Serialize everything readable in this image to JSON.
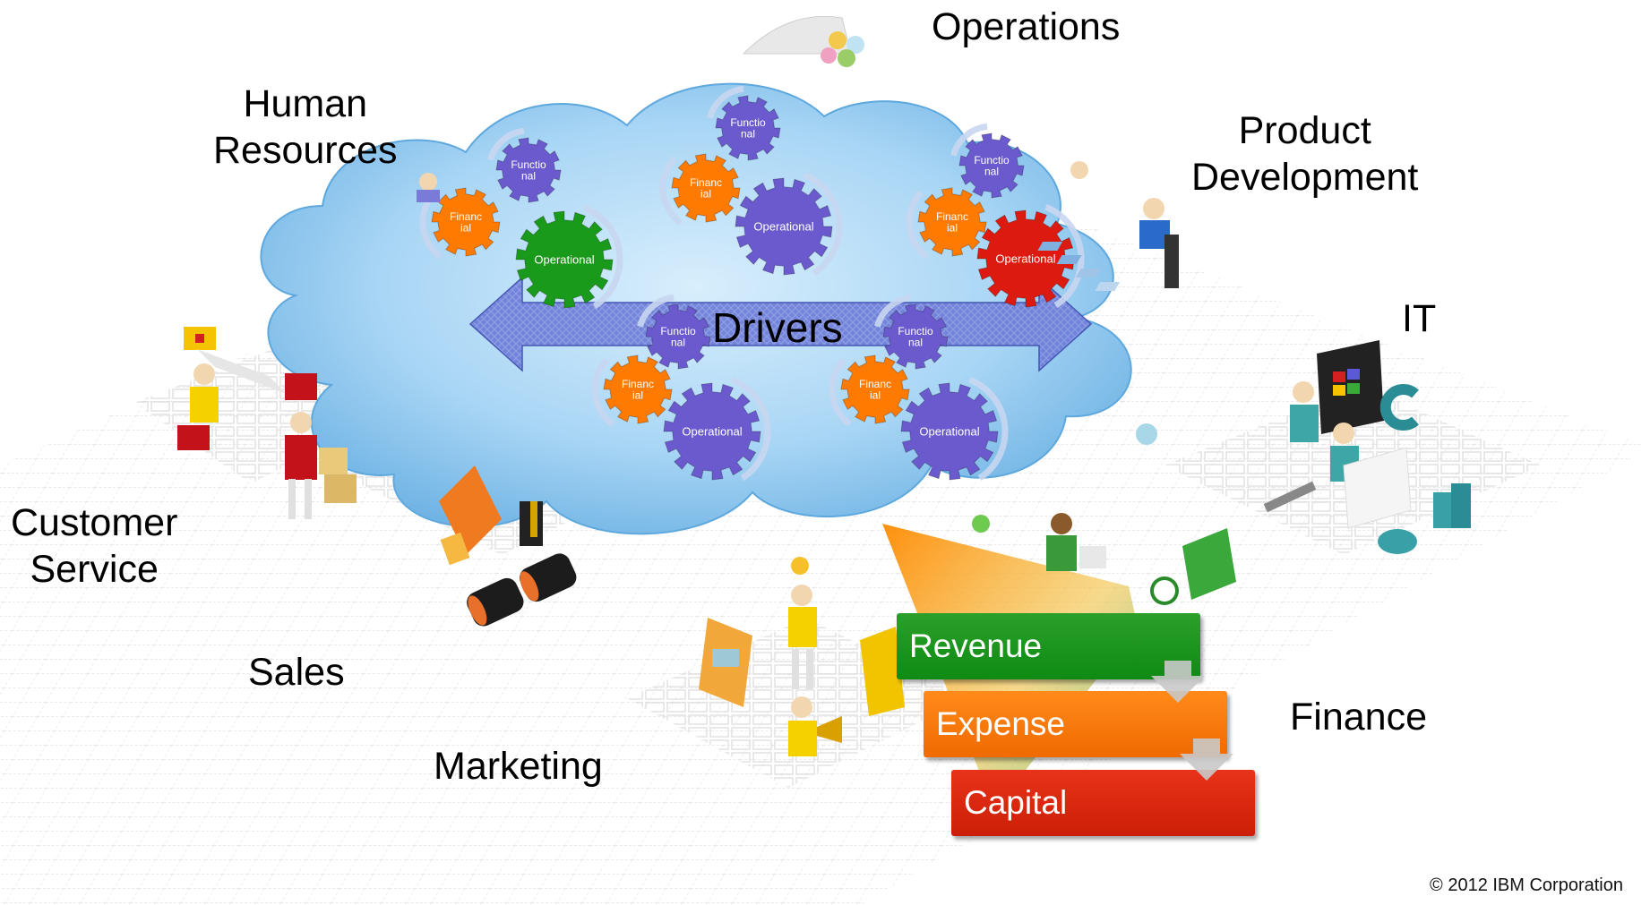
{
  "labels": {
    "operations": "Operations",
    "human_resources": "Human\nResources",
    "product_development": "Product\nDevelopment",
    "it": "IT",
    "customer_service": "Customer\nService",
    "sales": "Sales",
    "marketing": "Marketing",
    "finance": "Finance"
  },
  "drivers": "Drivers",
  "gears": {
    "functional": "Functio\nnal",
    "financial": "Financ\nial",
    "operational": "Operational"
  },
  "finance_flow": [
    "Revenue",
    "Expense",
    "Capital"
  ],
  "copyright": "© 2012 IBM Corporation",
  "colors": {
    "cloud": "#9fd3f2",
    "purple_gear": "#6a5acd",
    "green_gear": "#1a9a1a",
    "red_gear": "#dd1a0f",
    "orange_gear": "#ff7a00",
    "revenue": "#1f961f",
    "expense": "#f57a0a",
    "capital": "#d62a10"
  }
}
